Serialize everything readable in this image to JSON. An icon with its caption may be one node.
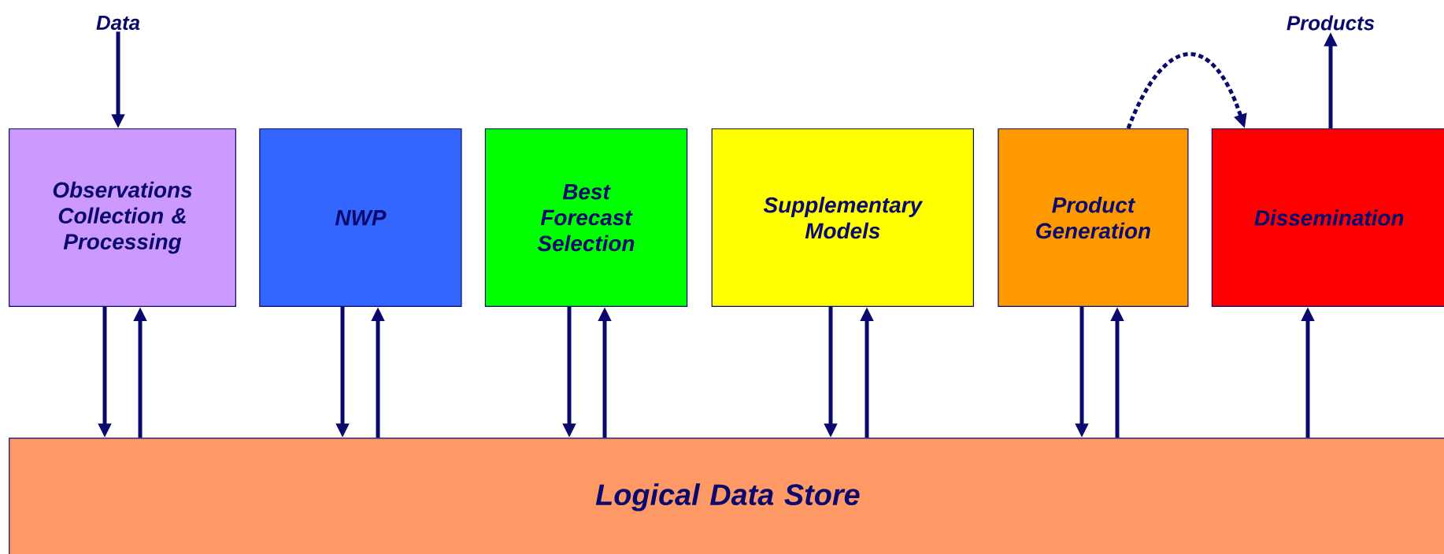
{
  "diagram": {
    "nodes": [
      {
        "text": [
          "Data"
        ]
      },
      {
        "text": [
          "Products"
        ]
      },
      {
        "text": [
          "Observations Collection & Processing"
        ]
      },
      {
        "text": [
          "NWP"
        ]
      },
      {
        "text": [
          "Best Forecast Selection"
        ]
      },
      {
        "text": [
          "Supplementary Models"
        ]
      },
      {
        "text": [
          "Product Generation"
        ]
      },
      {
        "text": [
          "Dissemination"
        ]
      },
      {
        "text": [
          "Logical Data Store"
        ]
      }
    ],
    "edges": [
      {
        "from": 0,
        "to": 2,
        "arrow": "to"
      },
      {
        "from": 2,
        "to": 8,
        "arrow": "to"
      },
      {
        "from": 8,
        "to": 2,
        "arrow": "to"
      },
      {
        "from": 3,
        "to": 8,
        "arrow": "to"
      },
      {
        "from": 8,
        "to": 3,
        "arrow": "to"
      },
      {
        "from": 4,
        "to": 8,
        "arrow": "to"
      },
      {
        "from": 8,
        "to": 4,
        "arrow": "to"
      },
      {
        "from": 5,
        "to": 8,
        "arrow": "to"
      },
      {
        "from": 8,
        "to": 5,
        "arrow": "to"
      },
      {
        "from": 6,
        "to": 8,
        "arrow": "to"
      },
      {
        "from": 8,
        "to": 6,
        "arrow": "to"
      },
      {
        "from": 8,
        "to": 7,
        "arrow": "to"
      },
      {
        "from": 6,
        "to": 7,
        "arrow": "to",
        "style": "dashed"
      },
      {
        "from": 7,
        "to": 1,
        "arrow": "to"
      }
    ]
  }
}
